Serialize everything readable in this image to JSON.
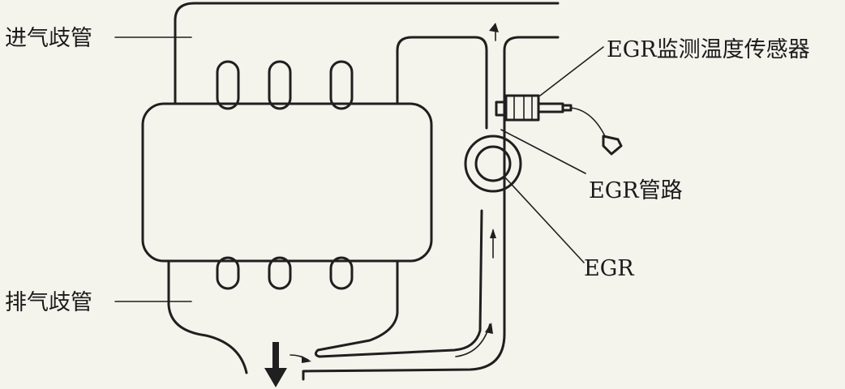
{
  "labels": {
    "intake_manifold": "进气歧管",
    "exhaust_manifold": "排气歧管",
    "egr_temp_sensor": "EGR监测温度传感器",
    "egr_pipe": "EGR管路",
    "egr_valve": "EGR"
  },
  "colors": {
    "line": "#1f1f1f",
    "background": "#f4f3ec"
  }
}
